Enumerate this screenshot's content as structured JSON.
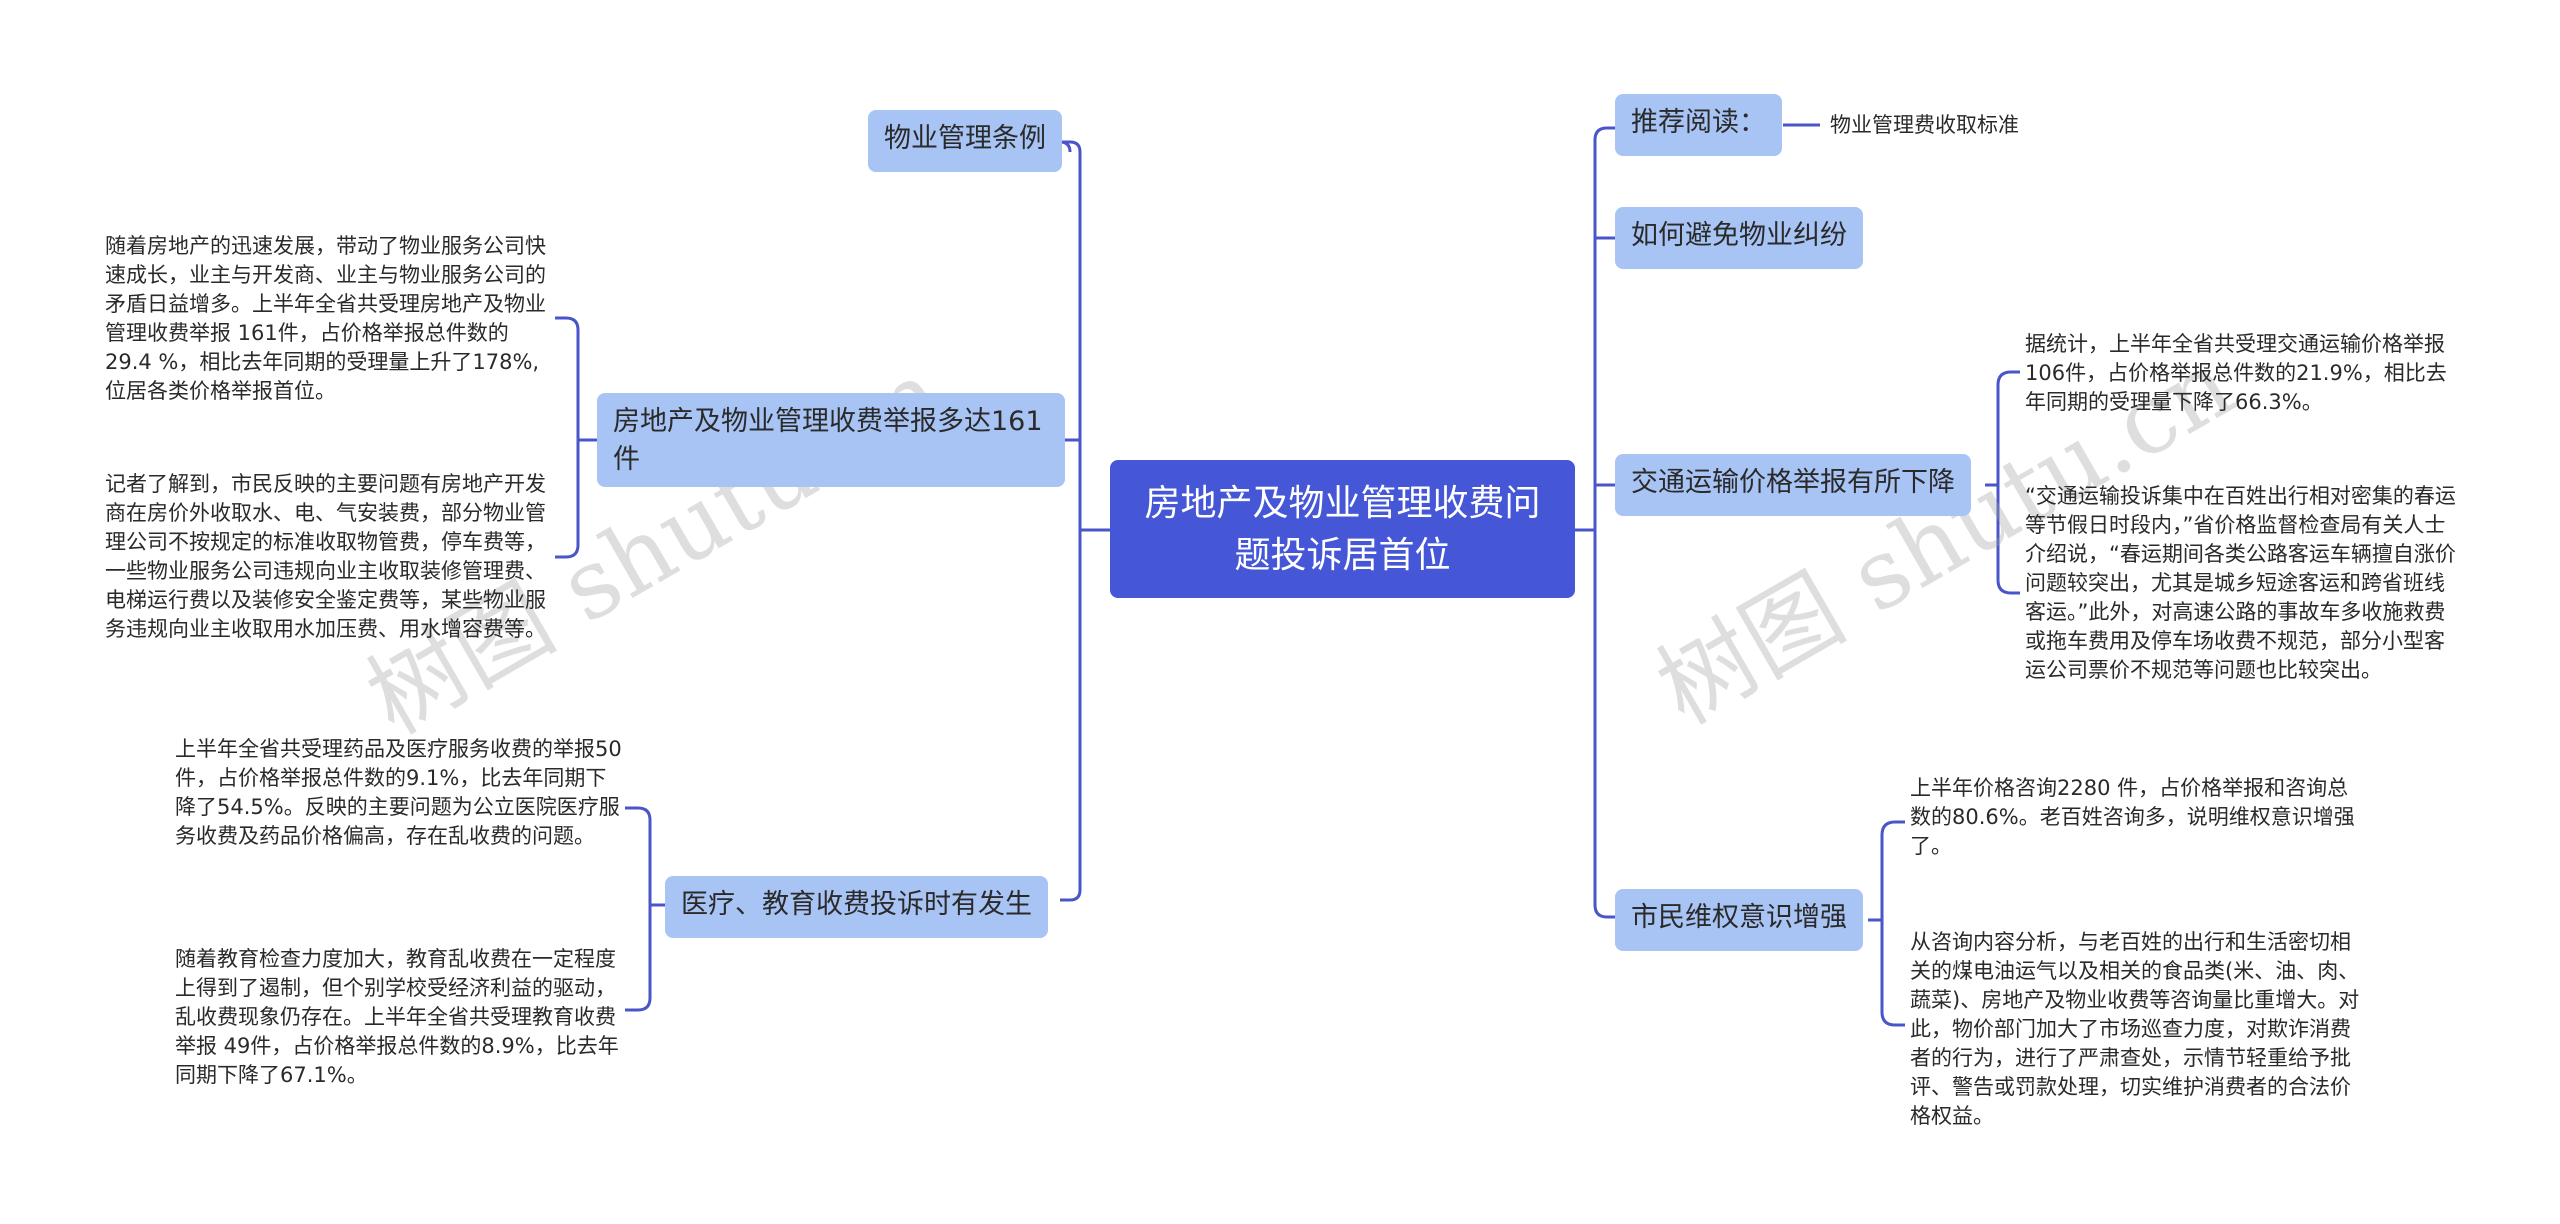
{
  "root": {
    "title": "房地产及物业管理收费问题投诉居首位"
  },
  "left": [
    {
      "label": "物业管理条例",
      "notes": []
    },
    {
      "label": "房地产及物业管理收费举报多达161件",
      "notes": [
        "随着房地产的迅速发展，带动了物业服务公司快速成长，业主与开发商、业主与物业服务公司的矛盾日益增多。上半年全省共受理房地产及物业管理收费举报 161件，占价格举报总件数的29.4 %，相比去年同期的受理量上升了178%,位居各类价格举报首位。",
        "记者了解到，市民反映的主要问题有房地产开发商在房价外收取水、电、气安装费，部分物业管理公司不按规定的标准收取物管费，停车费等，一些物业服务公司违规向业主收取装修管理费、电梯运行费以及装修安全鉴定费等，某些物业服务违规向业主收取用水加压费、用水增容费等。"
      ]
    },
    {
      "label": "医疗、教育收费投诉时有发生",
      "notes": [
        "上半年全省共受理药品及医疗服务收费的举报50件，占价格举报总件数的9.1%，比去年同期下降了54.5%。反映的主要问题为公立医院医疗服务收费及药品价格偏高，存在乱收费的问题。",
        "随着教育检查力度加大，教育乱收费在一定程度上得到了遏制，但个别学校受经济利益的驱动，乱收费现象仍存在。上半年全省共受理教育收费举报 49件，占价格举报总件数的8.9%，比去年同期下降了67.1%。"
      ]
    }
  ],
  "right": [
    {
      "label": "推荐阅读：",
      "notes": [
        "物业管理费收取标准"
      ]
    },
    {
      "label": "如何避免物业纠纷",
      "notes": []
    },
    {
      "label": "交通运输价格举报有所下降",
      "notes": [
        "据统计，上半年全省共受理交通运输价格举报 106件，占价格举报总件数的21.9%，相比去年同期的受理量下降了66.3%。",
        "“交通运输投诉集中在百姓出行相对密集的春运等节假日时段内，”省价格监督检查局有关人士介绍说，“春运期间各类公路客运车辆擅自涨价问题较突出，尤其是城乡短途客运和跨省班线客运。”此外，对高速公路的事故车多收施救费或拖车费用及停车场收费不规范，部分小型客运公司票价不规范等问题也比较突出。"
      ]
    },
    {
      "label": "市民维权意识增强",
      "notes": [
        "上半年价格咨询2280 件，占价格举报和咨询总数的80.6%。老百姓咨询多，说明维权意识增强了。",
        "从咨询内容分析，与老百姓的出行和生活密切相关的煤电油运气以及相关的食品类(米、油、肉、蔬菜)、房地产及物业收费等咨询量比重增大。对此，物价部门加大了市场巡查力度，对欺诈消费者的行为，进行了严肃查处，示情节轻重给予批评、警告或罚款处理，切实维护消费者的合法价格权益。"
      ]
    }
  ],
  "watermarks": [
    "树图 shutu.cn",
    "树图 shutu.cn"
  ],
  "colors": {
    "root": "#4557d6",
    "branch": "#a8c4f5",
    "line": "#4557d6"
  }
}
